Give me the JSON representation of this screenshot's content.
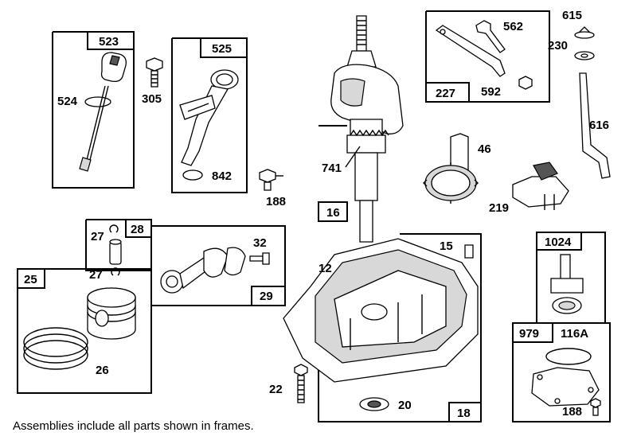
{
  "frame_labels": {
    "f523": "523",
    "f525": "525",
    "f227": "227",
    "f16": "16",
    "f28": "28",
    "f29": "29",
    "f25": "25",
    "f18": "18",
    "f1024": "1024",
    "f979": "979"
  },
  "part_labels": {
    "p524": "524",
    "p305": "305",
    "p842": "842",
    "p188a": "188",
    "p562": "562",
    "p592": "592",
    "p615": "615",
    "p230": "230",
    "p616": "616",
    "p741": "741",
    "p46": "46",
    "p219": "219",
    "p27a": "27",
    "p32": "32",
    "p27b": "27",
    "p26": "26",
    "p12": "12",
    "p15": "15",
    "p22": "22",
    "p20": "20",
    "p116a": "116A",
    "p188b": "188"
  },
  "footer": "Assemblies include all parts shown in frames."
}
